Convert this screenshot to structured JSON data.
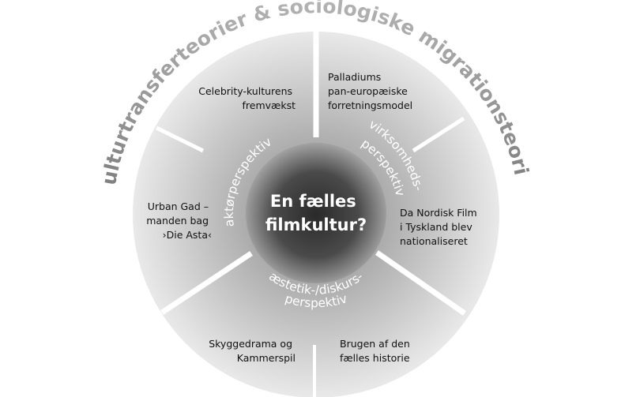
{
  "diagram": {
    "outer_title": "kulturtransferteorier & sociologiske migrationsteorier",
    "center_title": [
      "En fælles",
      "filmkultur?"
    ],
    "perspectives": {
      "actor": "aktørperspektiv",
      "business": [
        "virksomheds-",
        "perspektiv"
      ],
      "aesthetic": [
        "æstetik-/diskurs-",
        "perspektiv"
      ]
    },
    "items": {
      "celebrity": [
        "Celebrity-kulturens",
        "fremvækst"
      ],
      "palladium": [
        "Palladiums",
        "pan-europæiske",
        "forretningsmodel"
      ],
      "urban_gad": [
        "Urban Gad –",
        "manden bag",
        "›Die Asta‹"
      ],
      "nordisk": [
        "Da Nordisk Film",
        "i Tyskland blev",
        "nationaliseret"
      ],
      "skyggedrama": [
        "Skyggedrama og",
        "Kammerspil"
      ],
      "brugen": [
        "Brugen af den",
        "fælles historie"
      ]
    },
    "colors": {
      "ring_outer": "#e8e8e8",
      "ring_inner": "#b4b4b4",
      "hub_center": "#2e2e2e",
      "hub_edge": "#9a9a9a",
      "title": "#9c9c9c"
    }
  }
}
